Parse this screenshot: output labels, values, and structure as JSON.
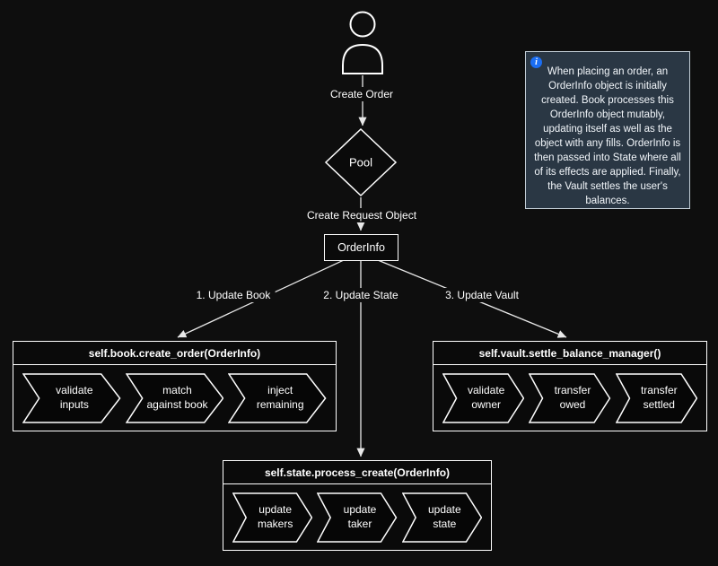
{
  "diagram": {
    "actor": {
      "icon": "person-icon"
    },
    "create_order_label": "Create Order",
    "pool_label": "Pool",
    "request_label": "Create Request Object",
    "orderinfo_label": "OrderInfo",
    "branch_labels": [
      "1. Update Book",
      "2. Update State",
      "3. Update Vault"
    ],
    "boxes": {
      "book": {
        "title": "self.book.create_order(OrderInfo)",
        "steps": [
          "validate\ninputs",
          "match\nagainst book",
          "inject\nremaining"
        ]
      },
      "state": {
        "title": "self.state.process_create(OrderInfo)",
        "steps": [
          "update\nmakers",
          "update\ntaker",
          "update\nstate"
        ]
      },
      "vault": {
        "title": "self.vault.settle_balance_manager()",
        "steps": [
          "validate\nowner",
          "transfer\nowed",
          "transfer\nsettled"
        ]
      }
    },
    "note": {
      "icon": "info-icon",
      "icon_glyph": "i",
      "text": "When placing an order, an OrderInfo object is initially created. Book processes this OrderInfo object mutably, updating itself as well as the object with any fills. OrderInfo is then passed into State where all of its effects are applied. Finally, the Vault settles the user's balances."
    },
    "colors": {
      "background": "#0e0e0e",
      "stroke": "#ffffff",
      "note_background": "#2a3744",
      "note_border": "#c2cdd6",
      "info_blue": "#1b6ef3"
    }
  }
}
